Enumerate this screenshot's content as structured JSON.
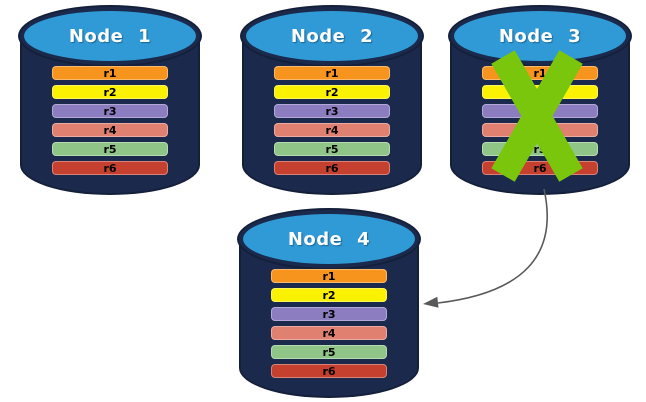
{
  "nodes": [
    {
      "title": "Node 1",
      "status": "ok"
    },
    {
      "title": "Node 2",
      "status": "ok"
    },
    {
      "title": "Node 3",
      "status": "failed"
    },
    {
      "title": "Node 4",
      "status": "ok"
    }
  ],
  "rows": [
    {
      "label": "r1",
      "color": "#F7941E"
    },
    {
      "label": "r2",
      "color": "#FBF103"
    },
    {
      "label": "r3",
      "color": "#8C7CC0"
    },
    {
      "label": "r4",
      "color": "#DF8070"
    },
    {
      "label": "r5",
      "color": "#8FC687"
    },
    {
      "label": "r6",
      "color": "#C5402E"
    }
  ],
  "arrow": {
    "from": "Node 3",
    "to": "Node 4",
    "color": "#595959"
  },
  "failure": {
    "mark": "X",
    "color": "#7AC60C"
  },
  "colors": {
    "cylinder_body": "#1B2A4C",
    "cylinder_outline": "#141F3A",
    "cylinder_top": "#2F9AD5",
    "title_text": "#FFFFFF",
    "row_text": "#000000",
    "background": "#FFFFFF"
  }
}
